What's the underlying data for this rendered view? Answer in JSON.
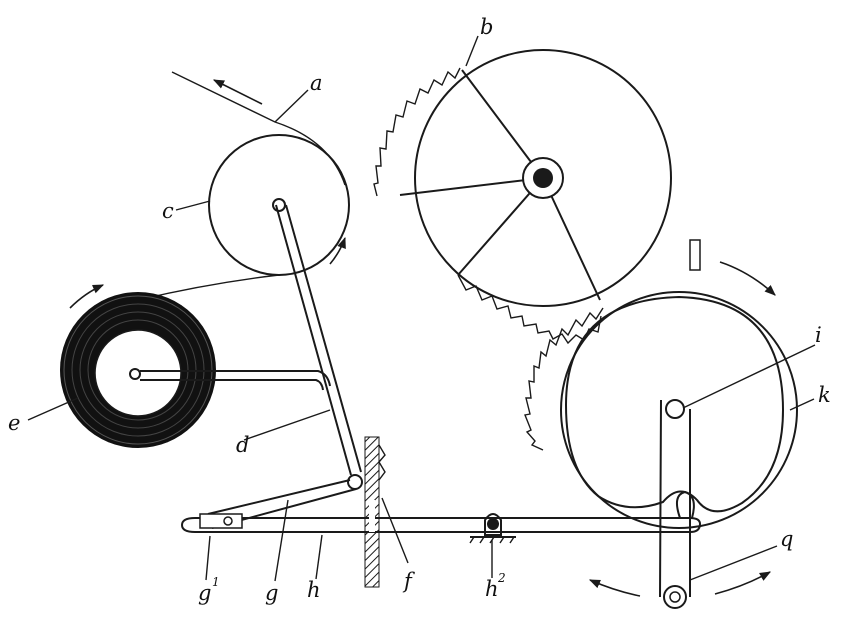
{
  "labels": {
    "a": "a",
    "b": "b",
    "c": "c",
    "d": "d",
    "e": "e",
    "f": "f",
    "g": "g",
    "g1_base": "g",
    "g1_sup": "1",
    "h": "h",
    "h2_base": "h",
    "h2_sup": "2",
    "i": "i",
    "k": "k",
    "q": "q"
  },
  "colors": {
    "ink": "#1a1a1a",
    "paper": "#ffffff",
    "tape_roll": "#111111"
  }
}
